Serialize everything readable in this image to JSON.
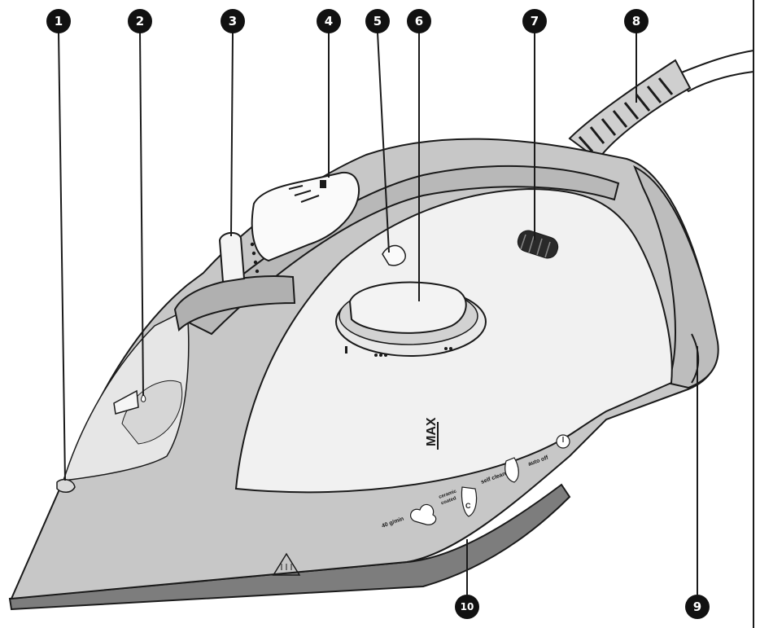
{
  "callouts": [
    "1",
    "2",
    "3",
    "4",
    "5",
    "6",
    "7",
    "8",
    "9",
    "10"
  ],
  "soleplate_labels": {
    "steam_rate": "40 g/min",
    "coating_line1": "ceramic",
    "coating_line2": "coated",
    "coating_letter": "C",
    "self_clean": "self clean",
    "auto_off": "auto off"
  },
  "tank_marking": "MAX",
  "colors": {
    "body": "#c7c7c7",
    "body_dark": "#a9a9a9",
    "panel": "#f1f1f1",
    "soleplate": "#7d7d7d",
    "outline": "#1a1a1a",
    "callout": "#111111"
  }
}
